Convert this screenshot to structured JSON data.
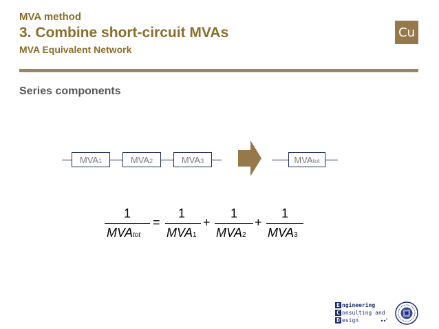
{
  "header": {
    "supertitle": "MVA method",
    "title": "3. Combine short-circuit MVAs",
    "subtitle": "MVA Equivalent Network",
    "badge": "Cu"
  },
  "section": {
    "heading": "Series components"
  },
  "network": {
    "series_boxes": [
      {
        "label": "MVA",
        "sub": "1"
      },
      {
        "label": "MVA",
        "sub": "2"
      },
      {
        "label": "MVA",
        "sub": "3"
      }
    ],
    "result_box": {
      "label": "MVA",
      "sub": "tot"
    }
  },
  "equation": {
    "numerator": "1",
    "lhs": {
      "label": "MVA",
      "sub": "tot"
    },
    "equals": "=",
    "plus": "+",
    "terms": [
      {
        "label": "MVA",
        "sub": "1"
      },
      {
        "label": "MVA",
        "sub": "2"
      },
      {
        "label": "MVA",
        "sub": "3"
      }
    ]
  },
  "footer_logo": {
    "line1_initial": "E",
    "line1_rest": "ngineering",
    "line2_initial": "C",
    "line2_rest": "onsulting and",
    "line3_initial": "D",
    "line3_rest": "esign"
  },
  "colors": {
    "accent": "#8b6d2c",
    "badge": "#96784a",
    "rule": "#9a8463",
    "wire": "#1f2a5c",
    "logo": "#1e2d6e"
  }
}
